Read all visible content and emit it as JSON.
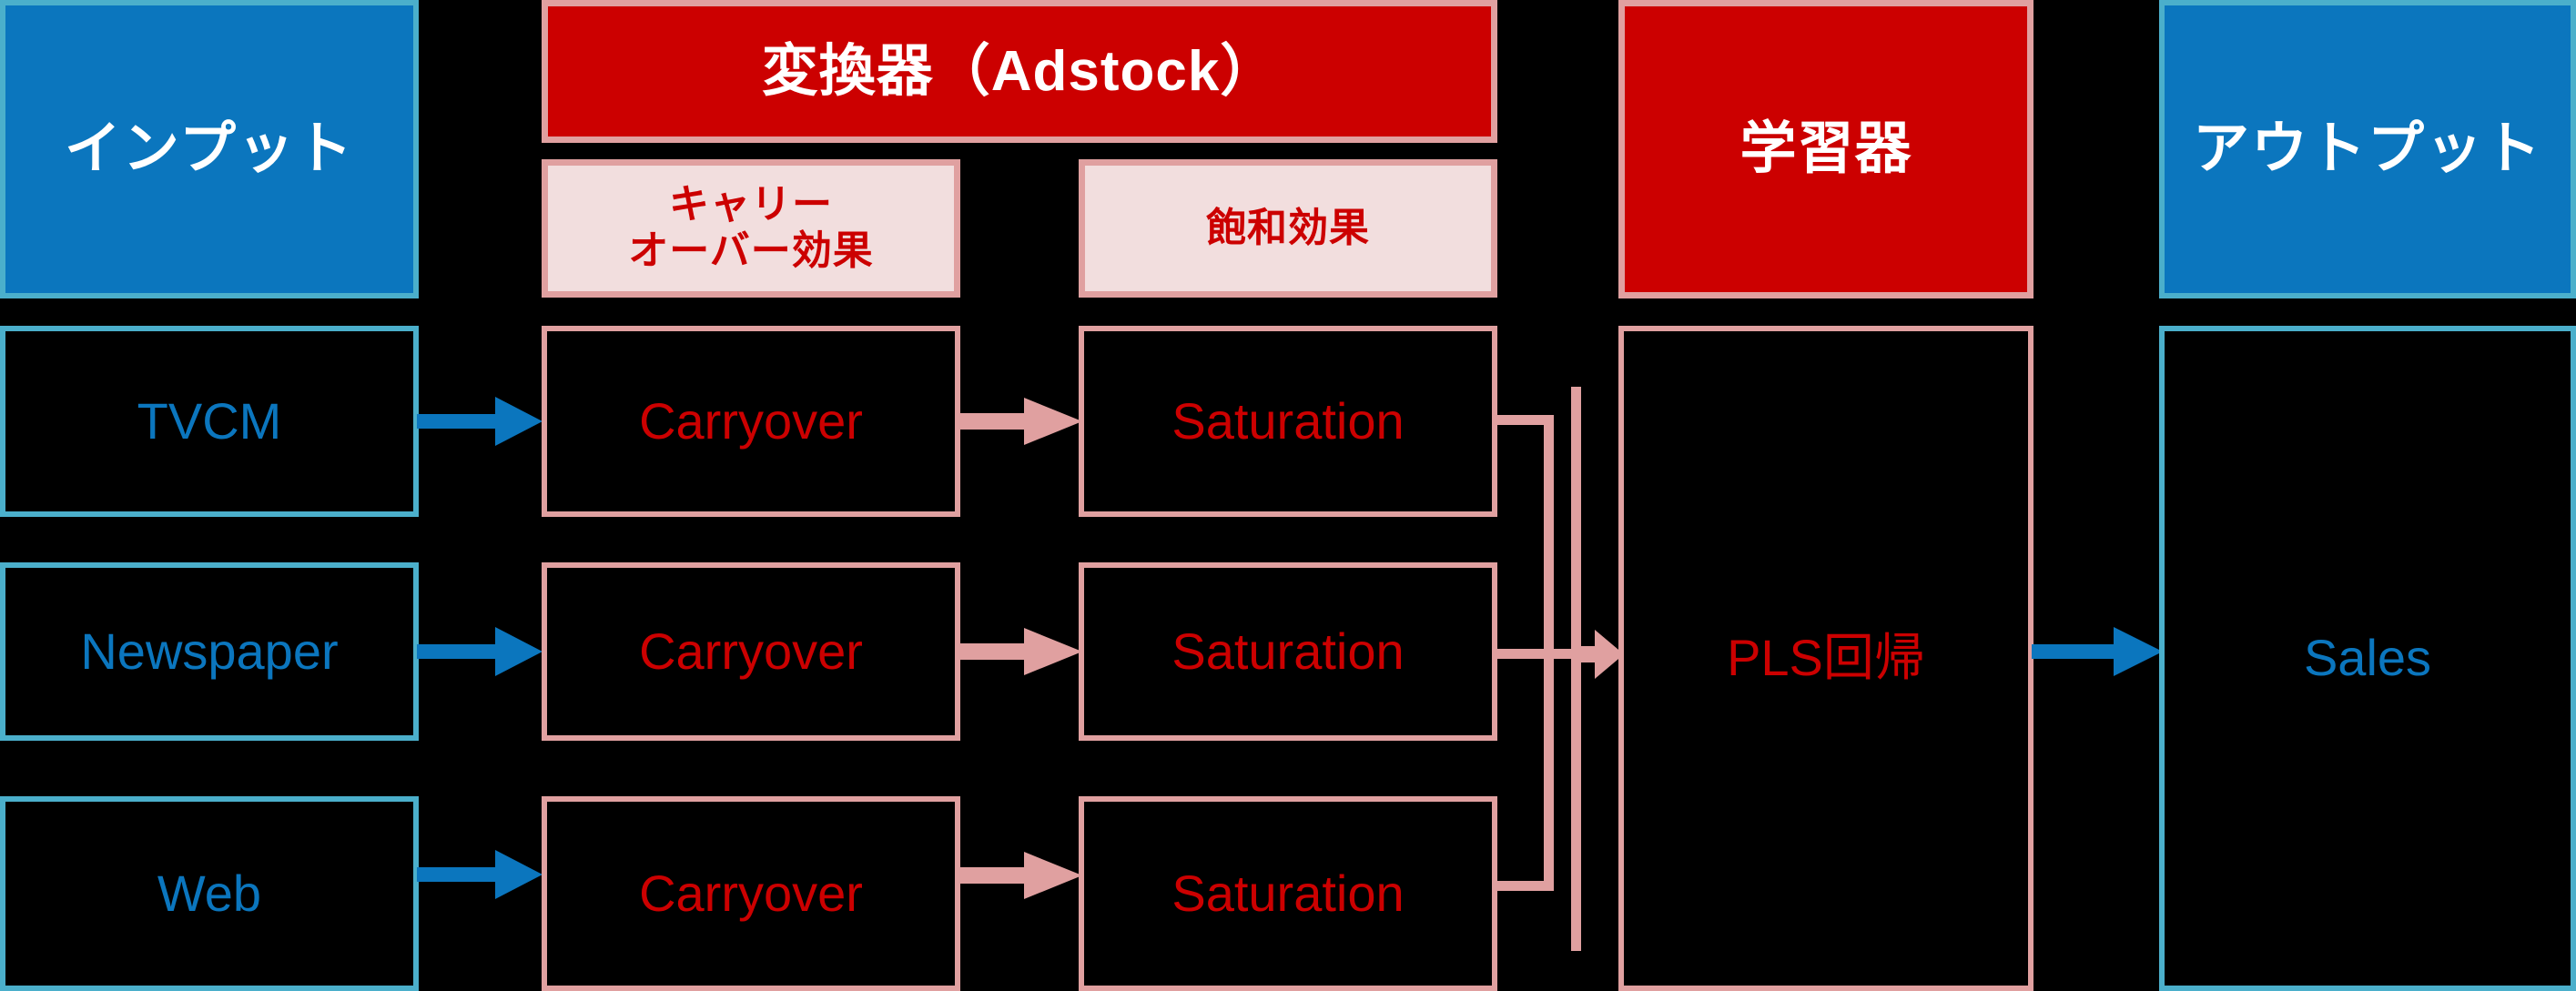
{
  "diagram": {
    "title_bar": {
      "input_header": "インプット",
      "transformer_header": "変換器（Adstock）",
      "transformer_sub_left": "キャリー\nオーバー効果",
      "transformer_sub_left_line1": "キャリー",
      "transformer_sub_left_line2": "オーバー効果",
      "transformer_sub_right": "飽和効果",
      "learner_header": "学習器",
      "output_header": "アウトプット"
    },
    "rows": [
      {
        "input": "TVCM",
        "carryover": "Carryover",
        "saturation": "Saturation"
      },
      {
        "input": "Newspaper",
        "carryover": "Carryover",
        "saturation": "Saturation"
      },
      {
        "input": "Web",
        "carryover": "Carryover",
        "saturation": "Saturation"
      }
    ],
    "learner": {
      "label": "PLS回帰"
    },
    "output": {
      "label": "Sales"
    },
    "colors": {
      "blue_fill": "#0B76BE",
      "blue_border": "#4BAFCB",
      "blue_text": "#0B76BE",
      "red_fill": "#CC0000",
      "red_text": "#CC0000",
      "pink_border": "#E0A0A0",
      "pink_fill": "#F2DEDE",
      "background": "#000000",
      "white_text": "#FFFFFF"
    },
    "arrows": {
      "input_to_carryover": "blue-arrow",
      "carryover_to_saturation": "pink-arrow",
      "saturation_bus_to_learner": "pink-arrow",
      "learner_to_output": "blue-arrow"
    }
  }
}
